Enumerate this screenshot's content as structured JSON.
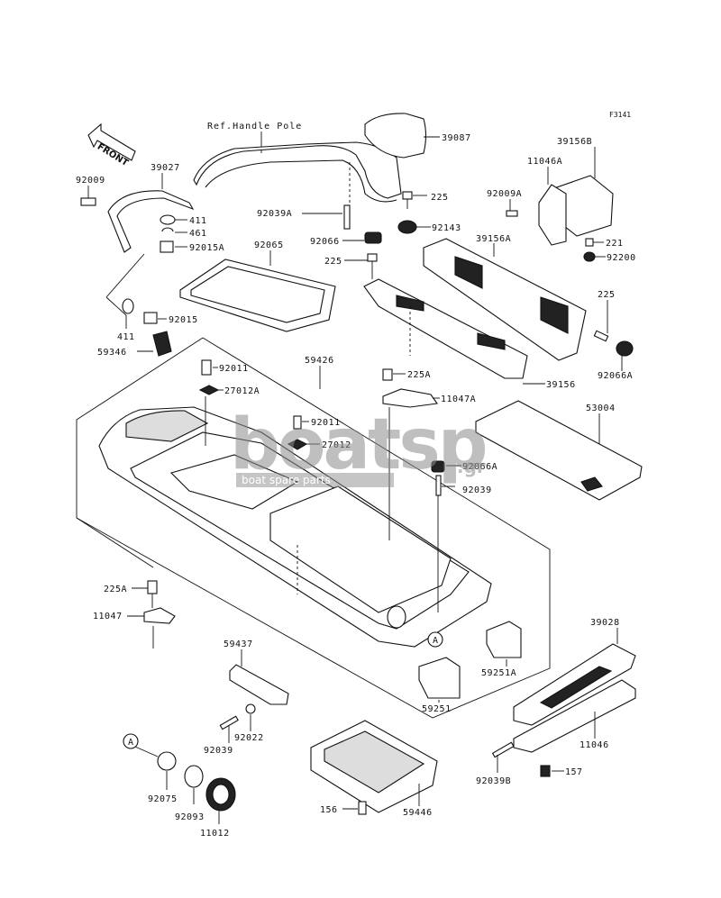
{
  "diagram": {
    "code": "F3141",
    "front_label": "FRONT",
    "ref_label": "Ref.Handle Pole",
    "callout_letter": "A",
    "watermark": {
      "brand": "boatsp",
      "tagline": "boat spare parts",
      "suffix": ".gr"
    },
    "parts": [
      {
        "id": "p39087",
        "label": "39087"
      },
      {
        "id": "p39027",
        "label": "39027"
      },
      {
        "id": "p92009",
        "label": "92009"
      },
      {
        "id": "p411a",
        "label": "411"
      },
      {
        "id": "p461",
        "label": "461"
      },
      {
        "id": "p92015a",
        "label": "92015A"
      },
      {
        "id": "p92065",
        "label": "92065"
      },
      {
        "id": "p411b",
        "label": "411"
      },
      {
        "id": "p92015",
        "label": "92015"
      },
      {
        "id": "p59346",
        "label": "59346"
      },
      {
        "id": "p92039a",
        "label": "92039A"
      },
      {
        "id": "p225a1",
        "label": "225"
      },
      {
        "id": "p92143",
        "label": "92143"
      },
      {
        "id": "p92066",
        "label": "92066"
      },
      {
        "id": "p225a2",
        "label": "225"
      },
      {
        "id": "p39156b",
        "label": "39156B"
      },
      {
        "id": "p11046a",
        "label": "11046A"
      },
      {
        "id": "p92009a",
        "label": "92009A"
      },
      {
        "id": "p39156a",
        "label": "39156A"
      },
      {
        "id": "p221",
        "label": "221"
      },
      {
        "id": "p92200",
        "label": "92200"
      },
      {
        "id": "p225a3",
        "label": "225"
      },
      {
        "id": "p92066a1",
        "label": "92066A"
      },
      {
        "id": "p39156",
        "label": "39156"
      },
      {
        "id": "p92011a",
        "label": "92011"
      },
      {
        "id": "p27012a",
        "label": "27012A"
      },
      {
        "id": "p59426",
        "label": "59426"
      },
      {
        "id": "p225A",
        "label": "225A"
      },
      {
        "id": "p11047a",
        "label": "11047A"
      },
      {
        "id": "p92011b",
        "label": "92011"
      },
      {
        "id": "p27012",
        "label": "27012"
      },
      {
        "id": "p53004",
        "label": "53004"
      },
      {
        "id": "p92066a2",
        "label": "92066A"
      },
      {
        "id": "p92039",
        "label": "92039"
      },
      {
        "id": "p225A2",
        "label": "225A"
      },
      {
        "id": "p11047",
        "label": "11047"
      },
      {
        "id": "p59437",
        "label": "59437"
      },
      {
        "id": "p39028",
        "label": "39028"
      },
      {
        "id": "p59251a",
        "label": "59251A"
      },
      {
        "id": "p59251",
        "label": "59251"
      },
      {
        "id": "p92039b1",
        "label": "92039"
      },
      {
        "id": "p92022",
        "label": "92022"
      },
      {
        "id": "p11046",
        "label": "11046"
      },
      {
        "id": "p92075",
        "label": "92075"
      },
      {
        "id": "p92093",
        "label": "92093"
      },
      {
        "id": "p11012",
        "label": "11012"
      },
      {
        "id": "p156",
        "label": "156"
      },
      {
        "id": "p59446",
        "label": "59446"
      },
      {
        "id": "p92039b",
        "label": "92039B"
      },
      {
        "id": "p157",
        "label": "157"
      }
    ]
  }
}
